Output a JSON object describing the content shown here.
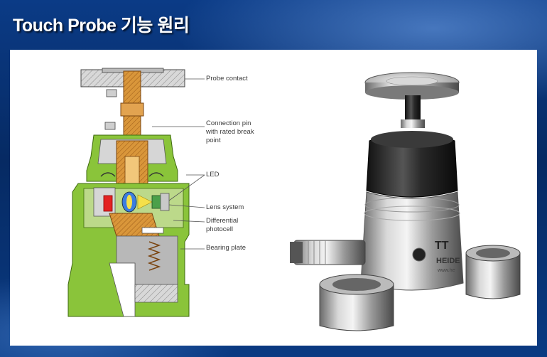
{
  "title": "Touch Probe 기능 원리",
  "diagram": {
    "labels": {
      "probe_contact": "Probe contact",
      "connection_pin": "Connection pin\nwith rated break\npoint",
      "led": "LED",
      "lens_system": "Lens system",
      "differential_photocell": "Differential\nphotocell",
      "bearing_plate": "Bearing plate"
    }
  },
  "photo": {
    "model_text": "TT",
    "brand_text": "HEIDE",
    "url_text": "www.he"
  }
}
